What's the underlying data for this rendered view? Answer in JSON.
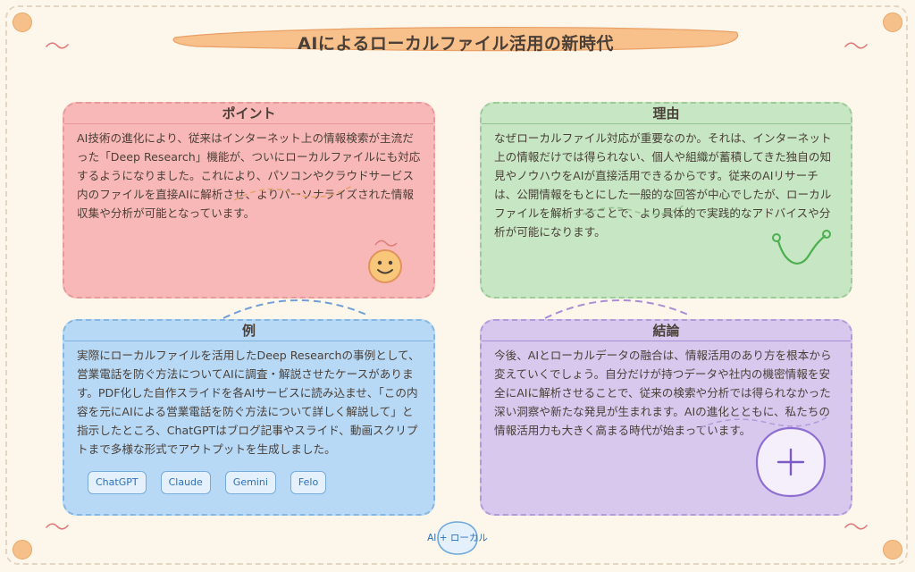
{
  "title": "AIによるローカルファイル活用の新時代",
  "cards": {
    "point": {
      "heading": "ポイント",
      "text": "AI技術の進化により、従来はインターネット上の情報検索が主流だった「Deep Research」機能が、ついにローカルファイルにも対応するようになりました。これにより、パソコンやクラウドサービス内のファイルを直接AIに解析させ、よりパーソナライズされた情報収集や分析が可能となっています。"
    },
    "reason": {
      "heading": "理由",
      "text": "なぜローカルファイル対応が重要なのか。それは、インターネット上の情報だけでは得られない、個人や組織が蓄積してきた独自の知見やノウハウをAIが直接活用できるからです。従来のAIリサーチは、公開情報をもとにした一般的な回答が中心でしたが、ローカルファイルを解析することで、より具体的で実践的なアドバイスや分析が可能になります。"
    },
    "example": {
      "heading": "例",
      "text": "実際にローカルファイルを活用したDeep Researchの事例として、営業電話を防ぐ方法についてAIに調査・解説させたケースがあります。PDF化した自作スライドを各AIサービスに読み込ませ、「この内容を元にAIによる営業電話を防ぐ方法について詳しく解説して」と指示したところ、ChatGPTはブログ記事やスライド、動画スクリプトまで多様な形式でアウトプットを生成しました。",
      "tags": [
        "ChatGPT",
        "Claude",
        "Gemini",
        "Felo"
      ]
    },
    "conclusion": {
      "heading": "結論",
      "text": "今後、AIとローカルデータの融合は、情報活用のあり方を根本から変えていくでしょう。自分だけが持つデータや社内の機密情報を安全にAIに解析させることで、従来の検索や分析では得られなかった深い洞察や新たな発見が生まれます。AIの進化とともに、私たちの情報活用力も大きく高まる時代が始まっています。"
    }
  },
  "badge": "AI + ローカル",
  "icons": [
    "smiley-icon",
    "squiggle-icon",
    "plus-icon"
  ],
  "colors": {
    "background": "#fdf6ea",
    "point": "#f9b8b8",
    "reason": "#c7e6c4",
    "example": "#b8d9f6",
    "conclusion": "#d9c8ee",
    "title_brush": "#f8c08a",
    "accent_blue": "#2d6fb8",
    "accent_purple": "#7c5cc4",
    "accent_green": "#4caf50"
  }
}
